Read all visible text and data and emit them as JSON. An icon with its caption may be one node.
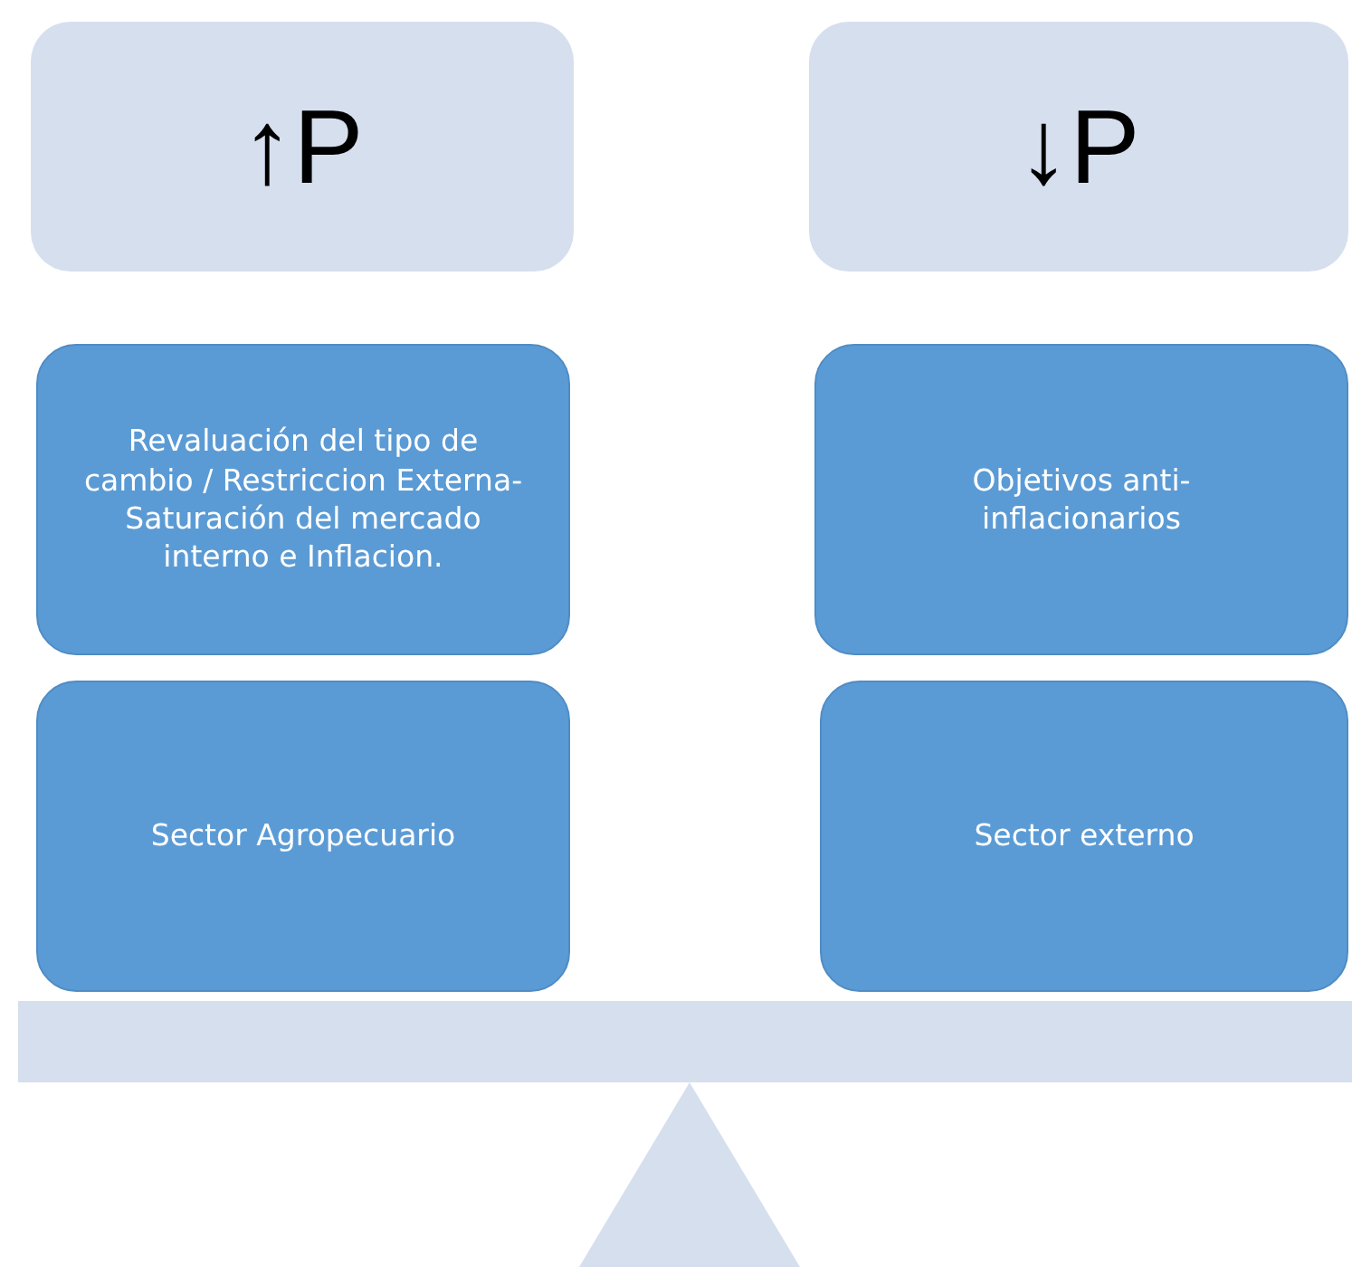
{
  "diagram": {
    "nodes": [
      {
        "text": [
          "↑P"
        ]
      },
      {
        "text": [
          "↓P"
        ]
      },
      {
        "text": [
          "Revaluación del tipo de cambio / Restriccion Externa- Saturación del mercado interno e Inflacion."
        ]
      },
      {
        "text": [
          "Objetivos anti-inflacionarios"
        ]
      },
      {
        "text": [
          "Sector Agropecuario"
        ]
      },
      {
        "text": [
          "Sector externo"
        ]
      }
    ]
  }
}
